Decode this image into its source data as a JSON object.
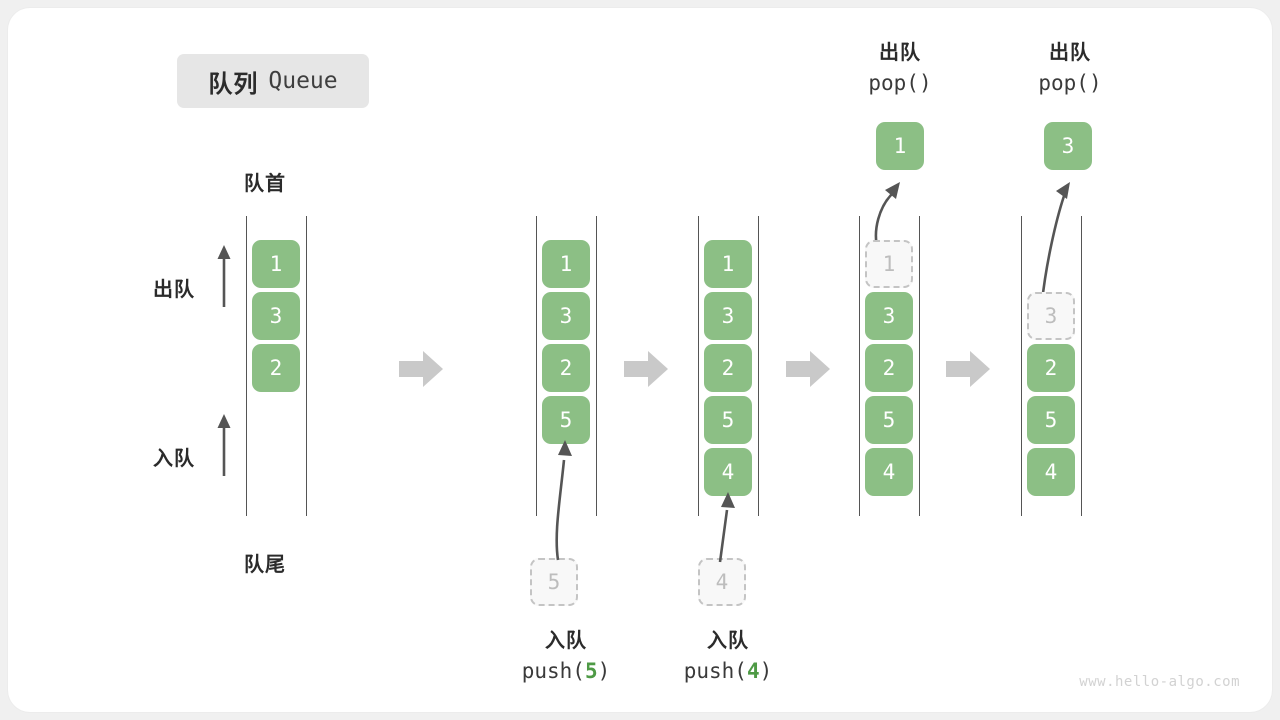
{
  "title": {
    "cjk": "队列",
    "latin": "Queue"
  },
  "labels": {
    "head": "队首",
    "tail": "队尾",
    "dequeue": "出队",
    "enqueue": "入队"
  },
  "watermark": "www.hello-algo.com",
  "colors": {
    "element": "#8cbf85",
    "ghost_border": "#c4c4c4",
    "ghost_text": "#bdbdbd",
    "rail": "#555555",
    "separator": "#c9c9c9",
    "accent_number": "#4e9a45",
    "badge_bg": "#e6e6e6",
    "card_bg": "#ffffff",
    "page_bg": "#f0f0f0"
  },
  "columns": [
    {
      "name": "initial-queue",
      "values": [
        "1",
        "3",
        "2"
      ],
      "ghost": null,
      "ghost_position": null,
      "popped": null,
      "caption": null
    },
    {
      "name": "after-push-5",
      "values": [
        "1",
        "3",
        "2",
        "5"
      ],
      "ghost": "5",
      "ghost_position": "below",
      "popped": null,
      "caption": {
        "line1": "入队",
        "op": "push(",
        "num": "5",
        "close": ")"
      }
    },
    {
      "name": "after-push-4",
      "values": [
        "1",
        "3",
        "2",
        "5",
        "4"
      ],
      "ghost": "4",
      "ghost_position": "below",
      "popped": null,
      "caption": {
        "line1": "入队",
        "op": "push(",
        "num": "4",
        "close": ")"
      }
    },
    {
      "name": "after-pop-1",
      "values": [
        "3",
        "2",
        "5",
        "4"
      ],
      "ghost": "1",
      "ghost_position": "top-slot",
      "popped": "1",
      "caption": {
        "line1": "出队",
        "op": "pop(",
        "num": "",
        "close": ")"
      }
    },
    {
      "name": "after-pop-3",
      "values": [
        "2",
        "5",
        "4"
      ],
      "ghost": "3",
      "ghost_position": "second-slot",
      "popped": "3",
      "caption": {
        "line1": "出队",
        "op": "pop(",
        "num": "",
        "close": ")"
      }
    }
  ],
  "separators": [
    "arrow-right",
    "arrow-right",
    "arrow-right",
    "arrow-right"
  ]
}
